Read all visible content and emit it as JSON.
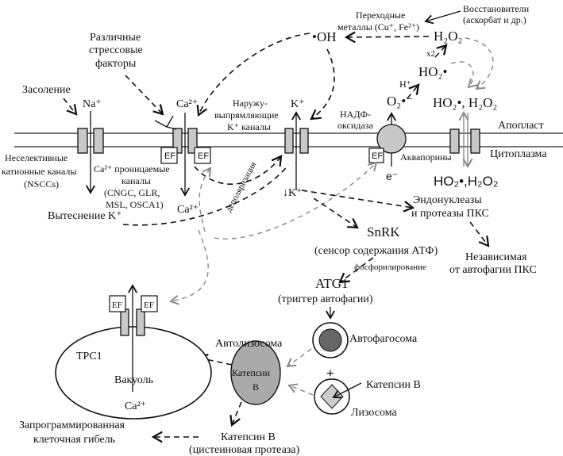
{
  "labels": {
    "stress": [
      "Различные",
      "стрессовые",
      "факторы"
    ],
    "salinity": "Засоление",
    "na": "Na⁺",
    "ca_top": "Ca²⁺",
    "k_top": "K⁺",
    "outward_k": [
      "Наружу-",
      "выпрямляющие",
      "K⁺ каналы"
    ],
    "nscc": [
      "Неселективные",
      "катионные каналы",
      "(NSCCs)"
    ],
    "ca_perm": [
      "Ca²⁺ проницаемые",
      "каналы",
      "(CNGC, GLR,",
      "MSL, OSCA1)"
    ],
    "ca_bottom": "Ca²⁺",
    "k_efflux": "Вытеснение K⁺",
    "depolarization": "деполяризация",
    "k_down": "↓K⁺",
    "oh": "•OH",
    "transition_metals": [
      "Переходные",
      "металлы (Cu⁺, Fe²⁺)"
    ],
    "reductants": [
      "Восстановители",
      "(аскорбат и др.)"
    ],
    "h2o2_top": "H₂O₂",
    "x2": "x2",
    "ho2": "HO₂•",
    "h_plus": "H⁺",
    "o2": "O₂•⁻",
    "apoplast_ros": "HO₂•, H₂O₂",
    "nadph_oxidase": [
      "НАДФ-",
      "оксидаза"
    ],
    "apoplast": "Апопласт",
    "cytoplasm": "Цитоплазма",
    "aquaporins": "Аквапорины",
    "electron": "e⁻",
    "cyto_ros": "HO₂•,H₂O₂",
    "endonucleases": [
      "Эндонуклеазы",
      "и протеазы ПКС"
    ],
    "snrk": "SnRK",
    "snrk_desc": "(сенсор содержания АТФ)",
    "independent_pcd": [
      "Независимая",
      "от автофагии ПКС"
    ],
    "phosphorylation": "фосфорилирование",
    "atg1": "ATG1",
    "atg1_desc": "(триггер автофагии)",
    "tpc1": "TPC1",
    "ca_vacuole": "Ca²⁺",
    "vacuole": "Вакуоль",
    "autolysosome": "Автолизосома",
    "cathepsin_b_inner": [
      "Катепсин",
      "B"
    ],
    "autophagosome": "Автофагосома",
    "plus": "+",
    "cathepsin_b_lys": "Катепсин B",
    "lysosome": "Лизосома",
    "pcd": [
      "Запрограммированная",
      "клеточная гибель"
    ],
    "cathepsin_b": "Катепсин B",
    "cathepsin_desc": "(цистеиновая протеаза)",
    "ef": "EF"
  },
  "colors": {
    "channel": "#c8c8c8",
    "dark_organelle": "#666666",
    "grey_arrow": "#888888"
  }
}
